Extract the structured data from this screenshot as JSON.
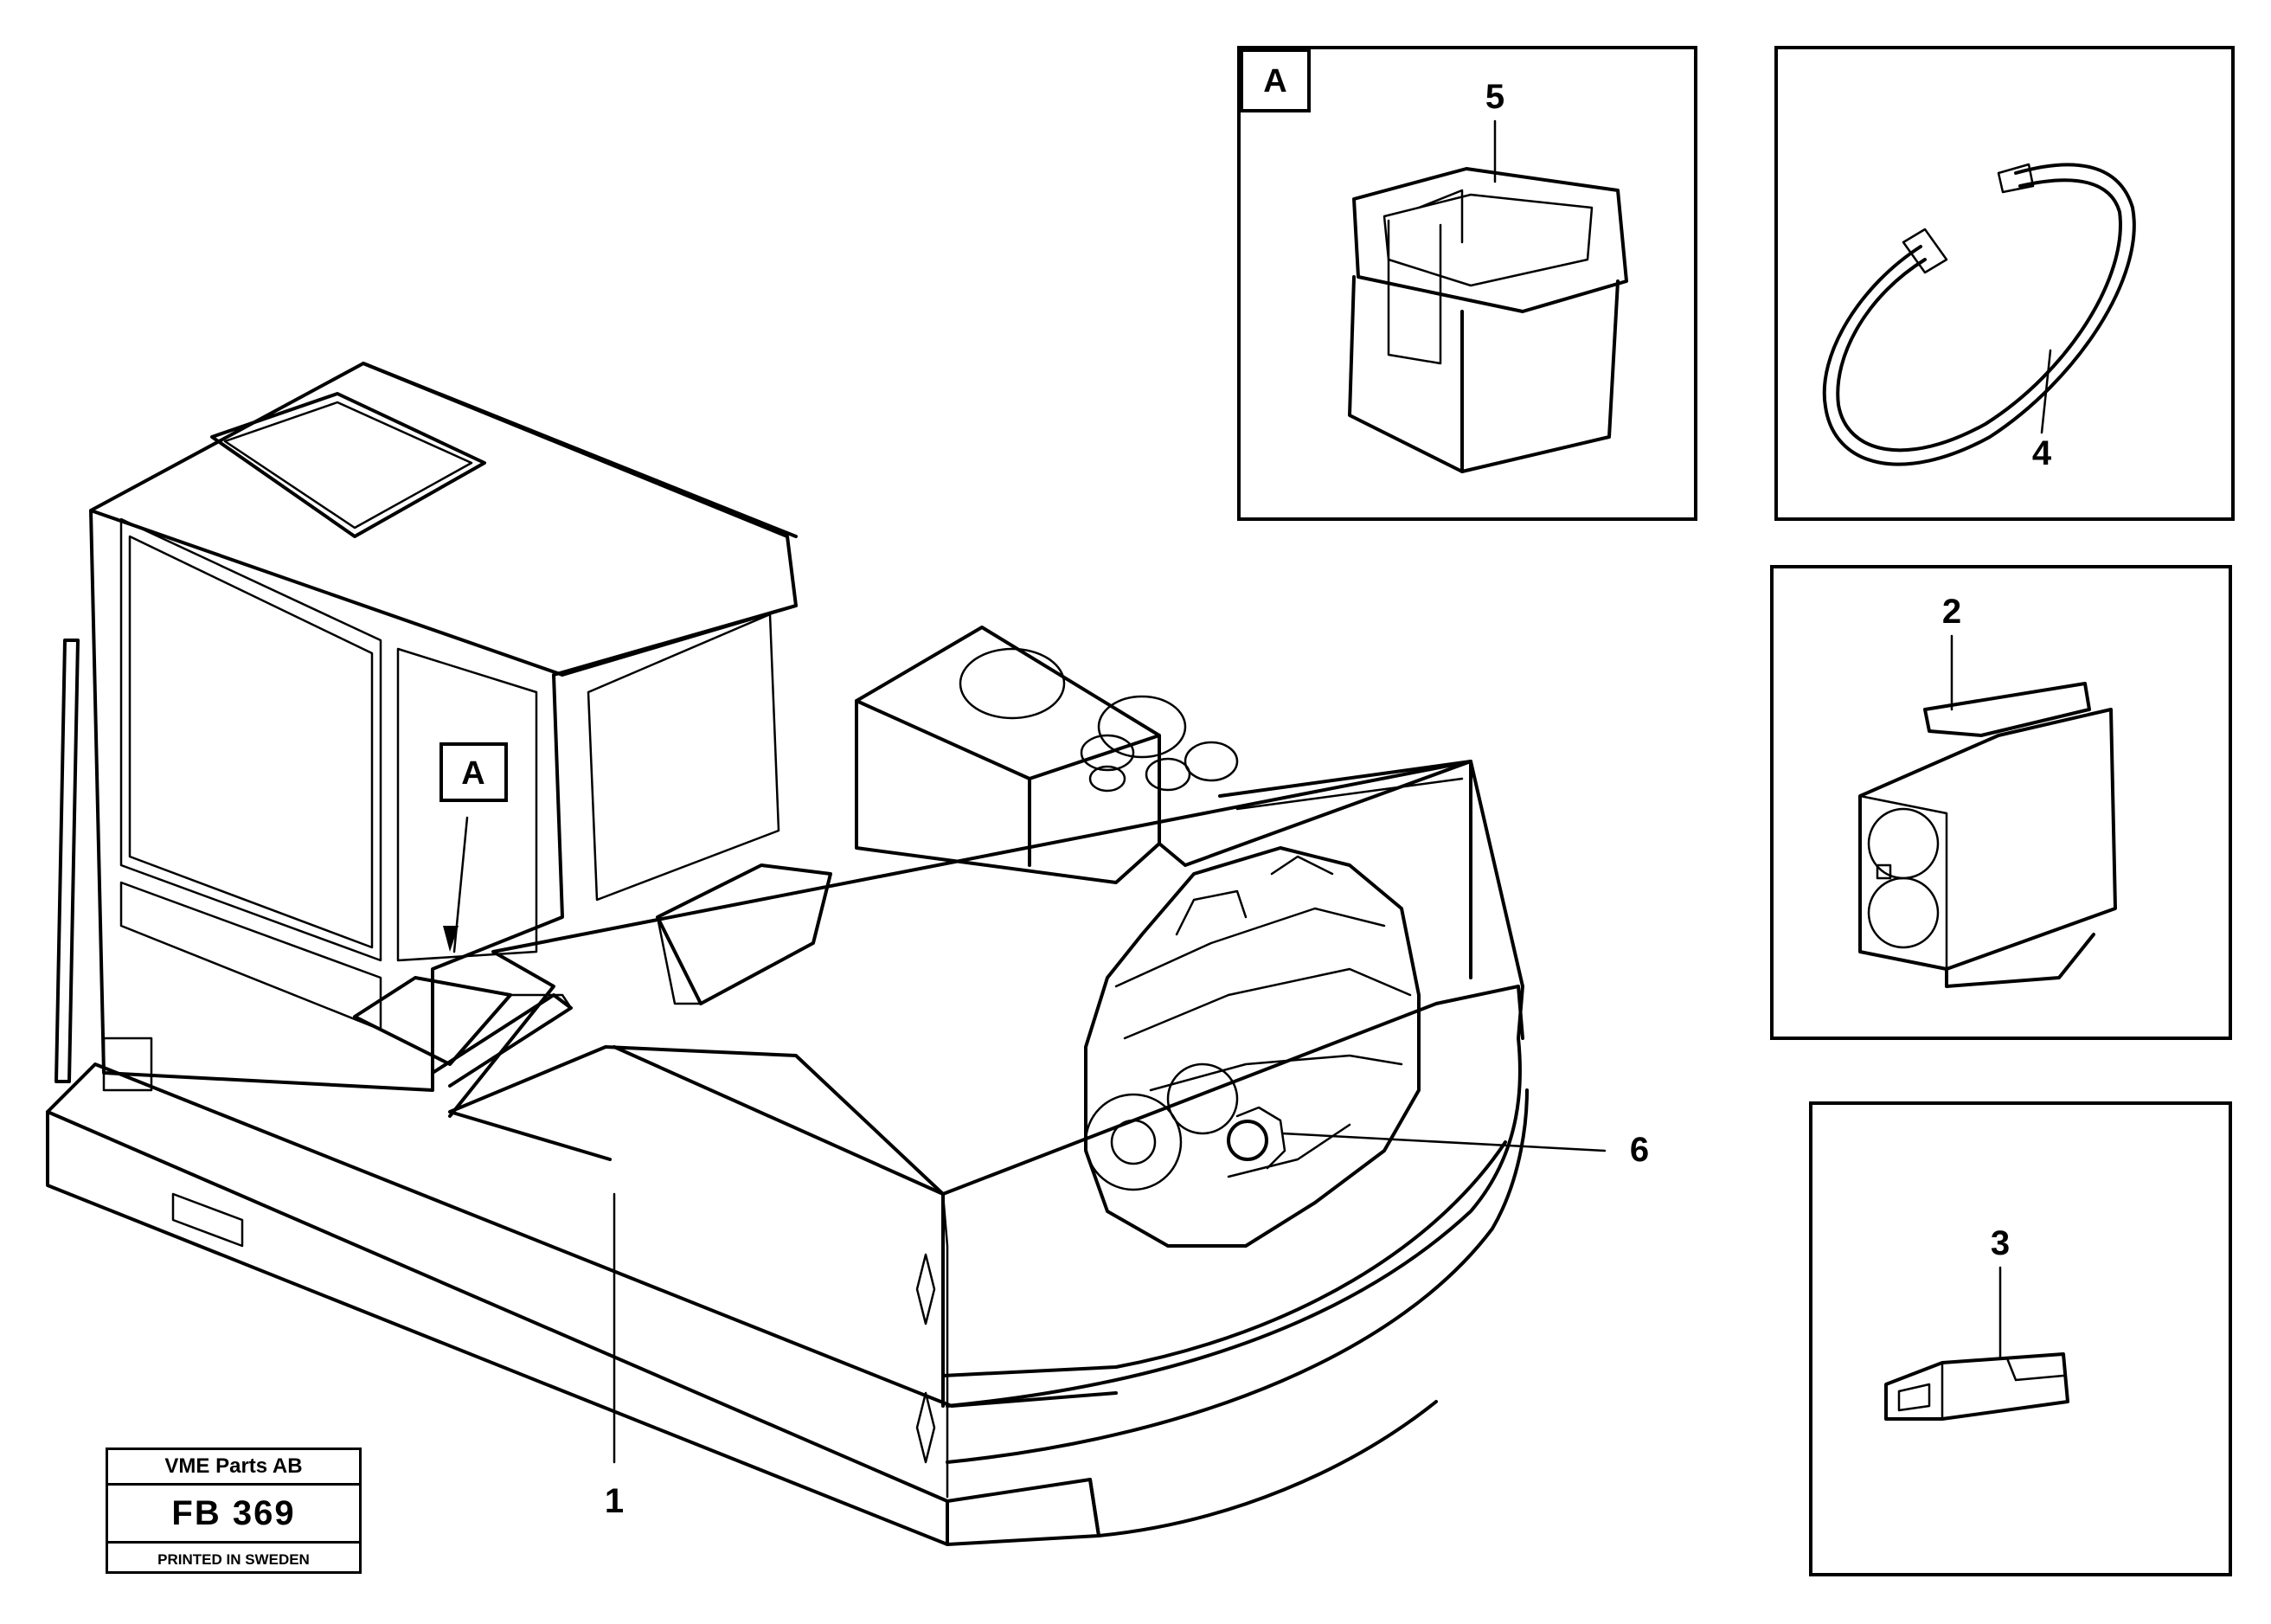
{
  "callouts": {
    "one": "1",
    "two": "2",
    "three": "3",
    "four": "4",
    "five": "5",
    "six": "6"
  },
  "detail_marker": "A",
  "detail_box_tag": "A",
  "stamp": {
    "company": "VME Parts AB",
    "code": "FB 369",
    "printed": "PRINTED IN SWEDEN"
  }
}
